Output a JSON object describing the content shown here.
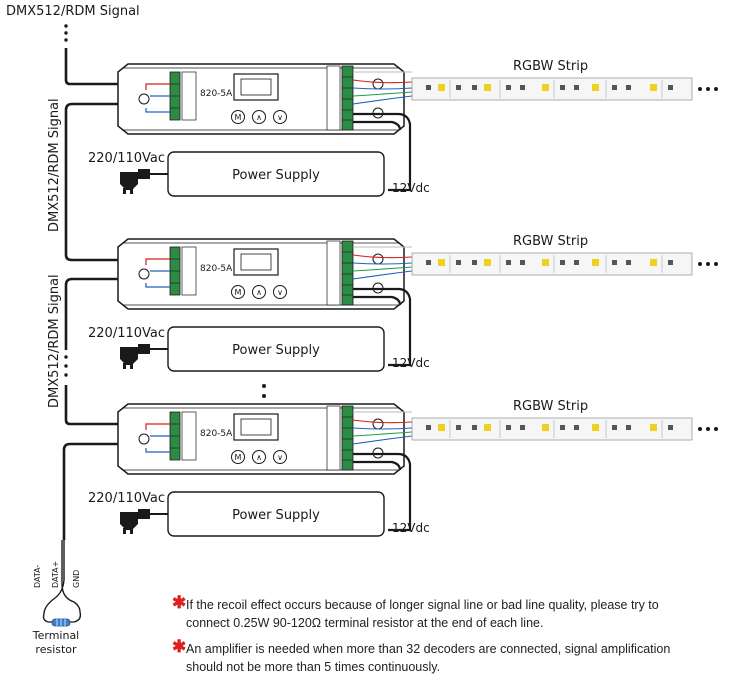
{
  "top_signal_label": "DMX512/RDM Signal",
  "side_signal_label": "DMX512/RDM Signal",
  "model": "820-5A",
  "buttons": [
    "M",
    "∧",
    "∨"
  ],
  "strip_label": "RGBW Strip",
  "mains_label": "220/110Vac",
  "power_supply_label": "Power Supply",
  "output_voltage": "12Vdc",
  "bus_pins": [
    "DATA-",
    "DATA+",
    "GND"
  ],
  "terminal_label": [
    "Terminal",
    "resistor"
  ],
  "colors": {
    "wire_red": "#d42020",
    "wire_blue": "#2060c0",
    "wire_green": "#20a040",
    "terminal_green": "#2e8b45",
    "note_star": "#e02020",
    "resistor": "#3a7fd0"
  },
  "notes": [
    {
      "line1": "If the recoil effect occurs because of longer signal line or bad line quality, please try to",
      "line2": "connect 0.25W 90-120Ω terminal resistor at the end of each line."
    },
    {
      "line1": "An amplifier is needed when more than 32 decoders are connected, signal amplification",
      "line2": "should not be more than 5 times continuously."
    }
  ]
}
